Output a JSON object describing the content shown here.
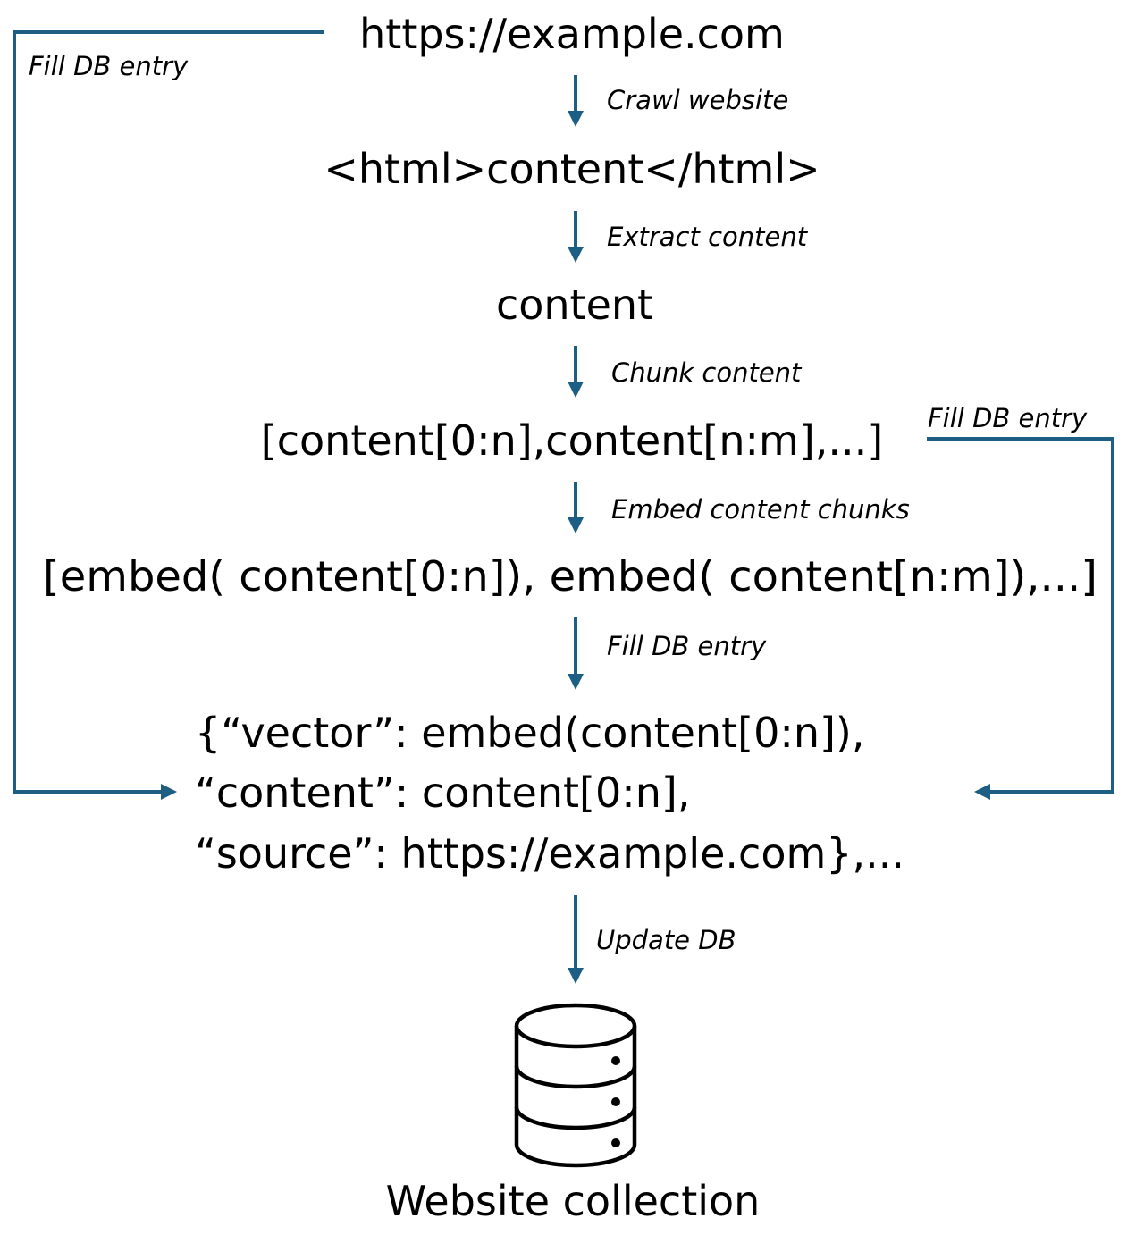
{
  "nodes": {
    "url": "https://example.com",
    "html": "<html>content</html>",
    "content": "content",
    "chunks": "[content[0:n],content[n:m],...]",
    "embeddings": "[embed( content[0:n]), embed( content[n:m]),...]",
    "entry_line1": "{“vector”: embed(content[0:n]),",
    "entry_line2": "“content”: content[0:n],",
    "entry_line3": "“source”: https://example.com},...",
    "collection": "Website collection"
  },
  "edges": {
    "crawl": "Crawl website",
    "extract": "Extract content",
    "chunk": "Chunk content",
    "embed": "Embed content chunks",
    "fill_center": "Fill DB entry",
    "fill_left": "Fill DB entry",
    "fill_right": "Fill DB entry",
    "update": "Update DB"
  },
  "icons": {
    "database": "database-icon"
  },
  "colors": {
    "arrow": "#1d5f84",
    "text": "#000000",
    "background": "#ffffff"
  }
}
